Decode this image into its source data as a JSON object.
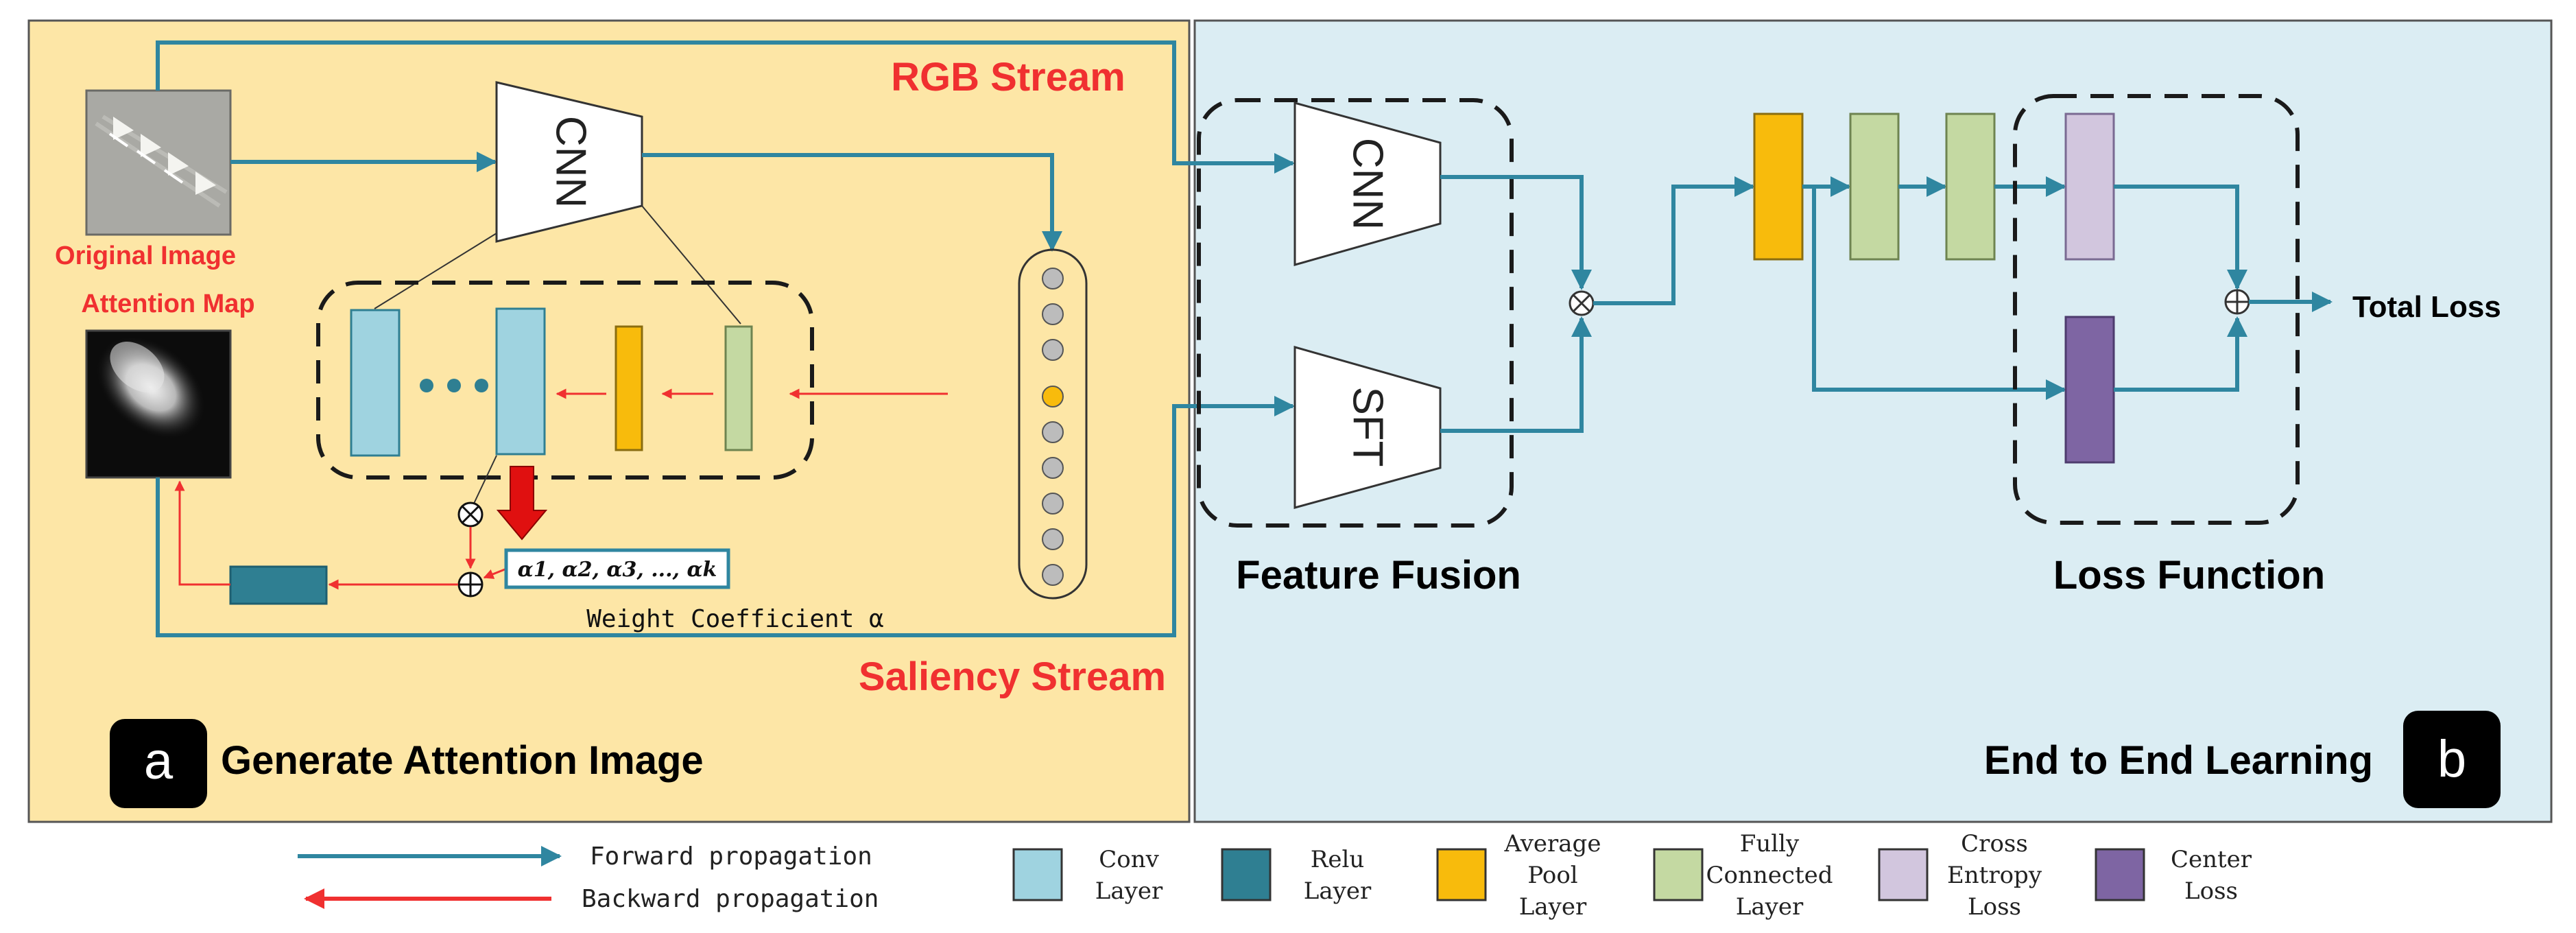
{
  "panel_a": {
    "badge": "a",
    "title": "Generate Attention Image",
    "rgb_stream": "RGB Stream",
    "saliency_stream": "Saliency Stream",
    "original_image_label": "Original Image",
    "attention_map_label": "Attention Map",
    "cnn_label": "CNN",
    "weights_box": "α1, α2, α3, ..., αk",
    "weight_coefficient": "Weight Coefficient α"
  },
  "panel_b": {
    "badge": "b",
    "title": "End to End Learning",
    "cnn_label": "CNN",
    "sft_label": "SFT",
    "feature_fusion": "Feature Fusion",
    "loss_function": "Loss Function",
    "total_loss": "Total Loss"
  },
  "legend": {
    "forward": "Forward propagation",
    "backward": "Backward propagation",
    "items": [
      {
        "lines": [
          "Conv",
          "Layer"
        ],
        "color": "#9fd3e0"
      },
      {
        "lines": [
          "Relu",
          "Layer"
        ],
        "color": "#2f7f92"
      },
      {
        "lines": [
          "Average",
          "Pool",
          "Layer"
        ],
        "color": "#f8bb0c"
      },
      {
        "lines": [
          "Fully",
          "Connected",
          "Layer"
        ],
        "color": "#c4d9a2"
      },
      {
        "lines": [
          "Cross",
          "Entropy",
          "Loss"
        ],
        "color": "#d2c6de"
      },
      {
        "lines": [
          "Center",
          "Loss"
        ],
        "color": "#7e65a3"
      }
    ]
  },
  "colors": {
    "panel_a_bg": "#fde6a6",
    "panel_b_bg": "#dbedf3",
    "forward_arrow": "#2f86a0",
    "backward_arrow": "#f03030",
    "stream_text": "#f03030",
    "weights_box_border": "#2f86a0"
  }
}
